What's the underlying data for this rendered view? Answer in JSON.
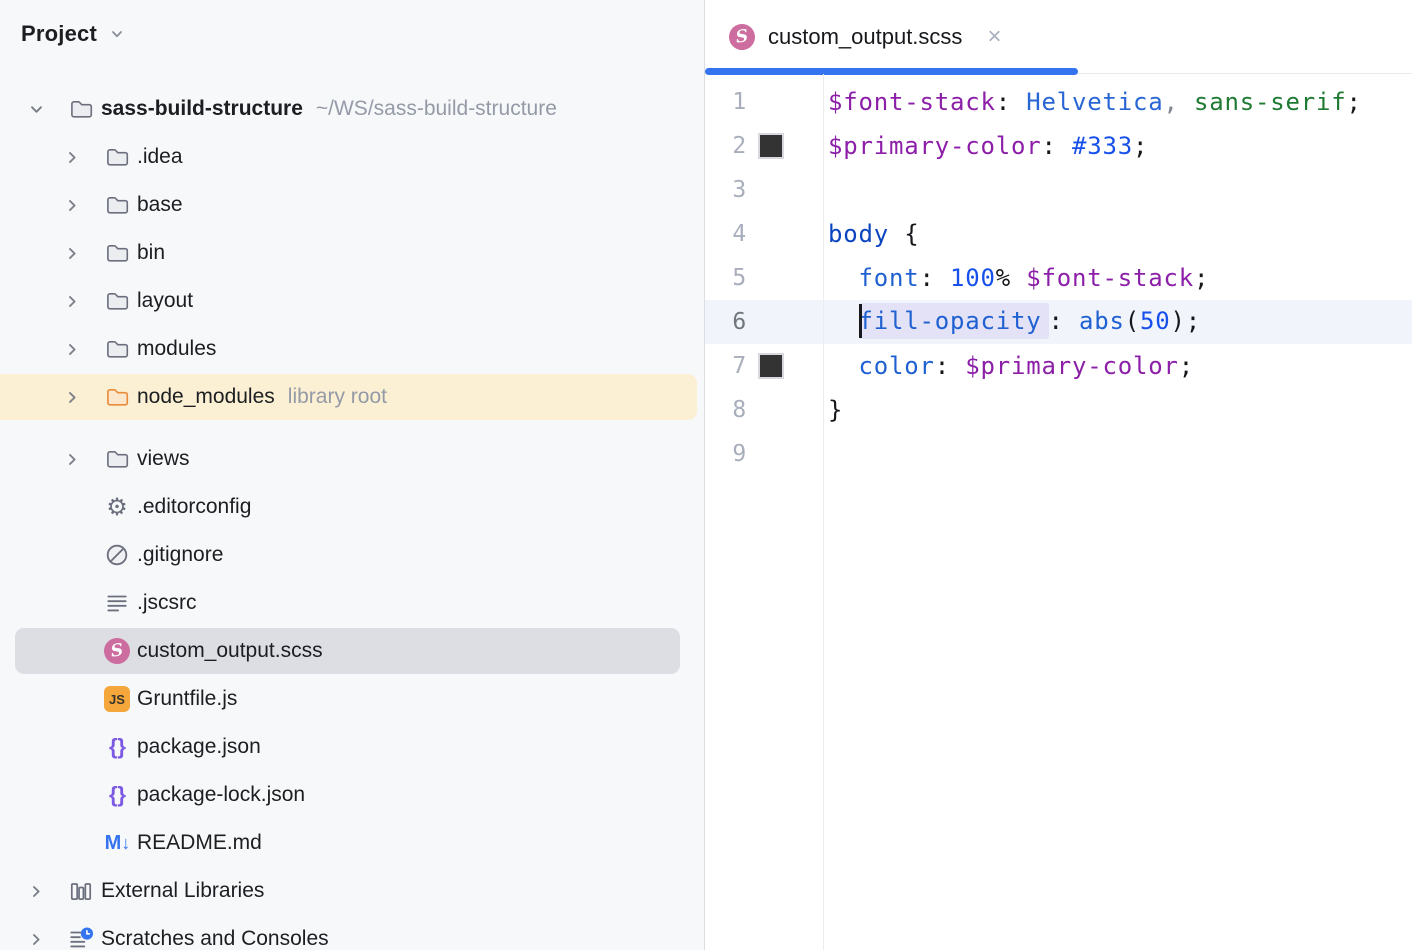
{
  "colors": {
    "accent_blue": "#3574F0",
    "panel_bg": "#F7F8FA",
    "library_row_highlight": "#FBF0D4",
    "selected_row": "#DCDEE3",
    "sass_pink": "#CD6C9F",
    "js_icon_orange": "#F5A73B",
    "json_icon_purple": "#7D5AE3",
    "folder_orange_stroke": "#E98B3A",
    "scss_variable_purple": "#8C1FA8",
    "code_number_blue": "#1750EB",
    "color_swatch": "#333333",
    "current_line_bg": "#F1F5FB",
    "selection_token_bg": "#E4E2F6"
  },
  "project_panel": {
    "title": "Project",
    "items": [
      {
        "label": "sass-build-structure",
        "meta": "~/WS/sass-build-structure",
        "icon": "folder-icon",
        "chevron": "down",
        "level": 0,
        "bold": true,
        "highlight": null
      },
      {
        "label": ".idea",
        "meta": "",
        "icon": "folder-icon",
        "chevron": "right",
        "level": 1,
        "bold": false,
        "highlight": null
      },
      {
        "label": "base",
        "meta": "",
        "icon": "folder-icon",
        "chevron": "right",
        "level": 1,
        "bold": false,
        "highlight": null
      },
      {
        "label": "bin",
        "meta": "",
        "icon": "folder-icon",
        "chevron": "right",
        "level": 1,
        "bold": false,
        "highlight": null
      },
      {
        "label": "layout",
        "meta": "",
        "icon": "folder-icon",
        "chevron": "right",
        "level": 1,
        "bold": false,
        "highlight": null
      },
      {
        "label": "modules",
        "meta": "",
        "icon": "folder-icon",
        "chevron": "right",
        "level": 1,
        "bold": false,
        "highlight": null
      },
      {
        "label": "node_modules",
        "meta": "library root",
        "icon": "folder-library-icon",
        "chevron": "right",
        "level": 1,
        "bold": false,
        "highlight": "library",
        "spacer_after": true
      },
      {
        "label": "views",
        "meta": "",
        "icon": "folder-icon",
        "chevron": "right",
        "level": 1,
        "bold": false,
        "highlight": null
      },
      {
        "label": ".editorconfig",
        "meta": "",
        "icon": "gear-icon",
        "chevron": null,
        "level": 1,
        "bold": false,
        "highlight": null
      },
      {
        "label": ".gitignore",
        "meta": "",
        "icon": "ignore-icon",
        "chevron": null,
        "level": 1,
        "bold": false,
        "highlight": null
      },
      {
        "label": ".jscsrc",
        "meta": "",
        "icon": "text-file-icon",
        "chevron": null,
        "level": 1,
        "bold": false,
        "highlight": null
      },
      {
        "label": "custom_output.scss",
        "meta": "",
        "icon": "sass-icon",
        "chevron": null,
        "level": 1,
        "bold": false,
        "highlight": "selected"
      },
      {
        "label": "Gruntfile.js",
        "meta": "",
        "icon": "js-icon",
        "chevron": null,
        "level": 1,
        "bold": false,
        "highlight": null
      },
      {
        "label": "package.json",
        "meta": "",
        "icon": "json-icon",
        "chevron": null,
        "level": 1,
        "bold": false,
        "highlight": null
      },
      {
        "label": "package-lock.json",
        "meta": "",
        "icon": "json-icon",
        "chevron": null,
        "level": 1,
        "bold": false,
        "highlight": null
      },
      {
        "label": "README.md",
        "meta": "",
        "icon": "markdown-icon",
        "chevron": null,
        "level": 1,
        "bold": false,
        "highlight": null
      },
      {
        "label": "External Libraries",
        "meta": "",
        "icon": "libraries-icon",
        "chevron": "right",
        "level": 0,
        "bold": false,
        "highlight": null
      },
      {
        "label": "Scratches and Consoles",
        "meta": "",
        "icon": "scratches-icon",
        "chevron": "right",
        "level": 0,
        "bold": false,
        "highlight": null
      }
    ]
  },
  "editor": {
    "tab": {
      "title": "custom_output.scss",
      "icon": "sass-icon",
      "close_glyph": "×"
    },
    "lines": [
      {
        "num": "1",
        "swatch": null,
        "current": false,
        "tokens": [
          [
            "var",
            "$font-stack"
          ],
          [
            "p",
            ":"
          ],
          [
            "sp",
            " "
          ],
          [
            "id",
            "Helvetica"
          ],
          [
            "comma",
            ","
          ],
          [
            "sp",
            " "
          ],
          [
            "green",
            "sans-serif"
          ],
          [
            "p",
            ";"
          ]
        ]
      },
      {
        "num": "2",
        "swatch": "#333333",
        "current": false,
        "tokens": [
          [
            "var",
            "$primary-color"
          ],
          [
            "p",
            ":"
          ],
          [
            "sp",
            " "
          ],
          [
            "num",
            "#333"
          ],
          [
            "p",
            ";"
          ]
        ]
      },
      {
        "num": "3",
        "swatch": null,
        "current": false,
        "tokens": []
      },
      {
        "num": "4",
        "swatch": null,
        "current": false,
        "tokens": [
          [
            "tag",
            "body"
          ],
          [
            "sp",
            " "
          ],
          [
            "p",
            "{"
          ]
        ]
      },
      {
        "num": "5",
        "swatch": null,
        "current": false,
        "tokens": [
          [
            "sp",
            "  "
          ],
          [
            "prop",
            "font"
          ],
          [
            "p",
            ":"
          ],
          [
            "sp",
            " "
          ],
          [
            "num",
            "100"
          ],
          [
            "p",
            "%"
          ],
          [
            "sp",
            " "
          ],
          [
            "var",
            "$font-stack"
          ],
          [
            "p",
            ";"
          ]
        ]
      },
      {
        "num": "6",
        "swatch": null,
        "current": true,
        "tokens": [
          [
            "sp",
            "  "
          ],
          [
            "caret",
            ""
          ],
          [
            "sel",
            "fill-opacity"
          ],
          [
            "p",
            ":"
          ],
          [
            "sp",
            " "
          ],
          [
            "fn",
            "abs"
          ],
          [
            "p",
            "("
          ],
          [
            "num",
            "50"
          ],
          [
            "p",
            ")"
          ],
          [
            "p",
            ";"
          ]
        ]
      },
      {
        "num": "7",
        "swatch": "#333333",
        "current": false,
        "tokens": [
          [
            "sp",
            "  "
          ],
          [
            "prop",
            "color"
          ],
          [
            "p",
            ":"
          ],
          [
            "sp",
            " "
          ],
          [
            "var",
            "$primary-color"
          ],
          [
            "p",
            ";"
          ]
        ]
      },
      {
        "num": "8",
        "swatch": null,
        "current": false,
        "tokens": [
          [
            "p",
            "}"
          ]
        ]
      },
      {
        "num": "9",
        "swatch": null,
        "current": false,
        "tokens": []
      }
    ]
  }
}
